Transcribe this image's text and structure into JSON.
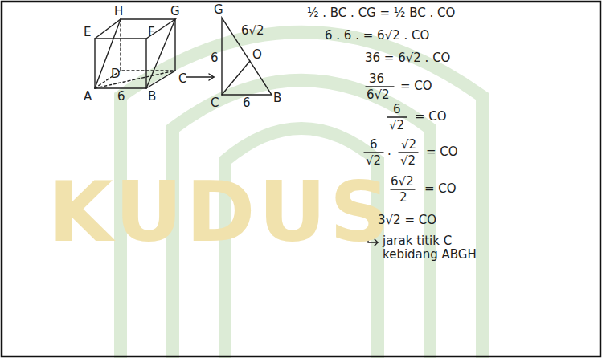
{
  "diagram": {
    "labels": [
      "H",
      "G",
      "E",
      "F",
      "D",
      "A",
      "B",
      "C",
      "6",
      "G",
      "6√2",
      "O",
      "6",
      "C",
      "6",
      "B",
      "½ . BC . CG = ½ BC . CO",
      "6 . 6 . = 6√2 . CO",
      "36 = 6√2 . CO",
      "36",
      "6√2",
      "= CO",
      "6",
      "√2",
      "= CO",
      "6",
      "√2",
      ".",
      "√2",
      "√2",
      "= CO",
      "6√2",
      "2",
      "= CO",
      "3√2 = CO",
      "jarak titik C kebidang ABGH",
      "KUDUS"
    ]
  }
}
